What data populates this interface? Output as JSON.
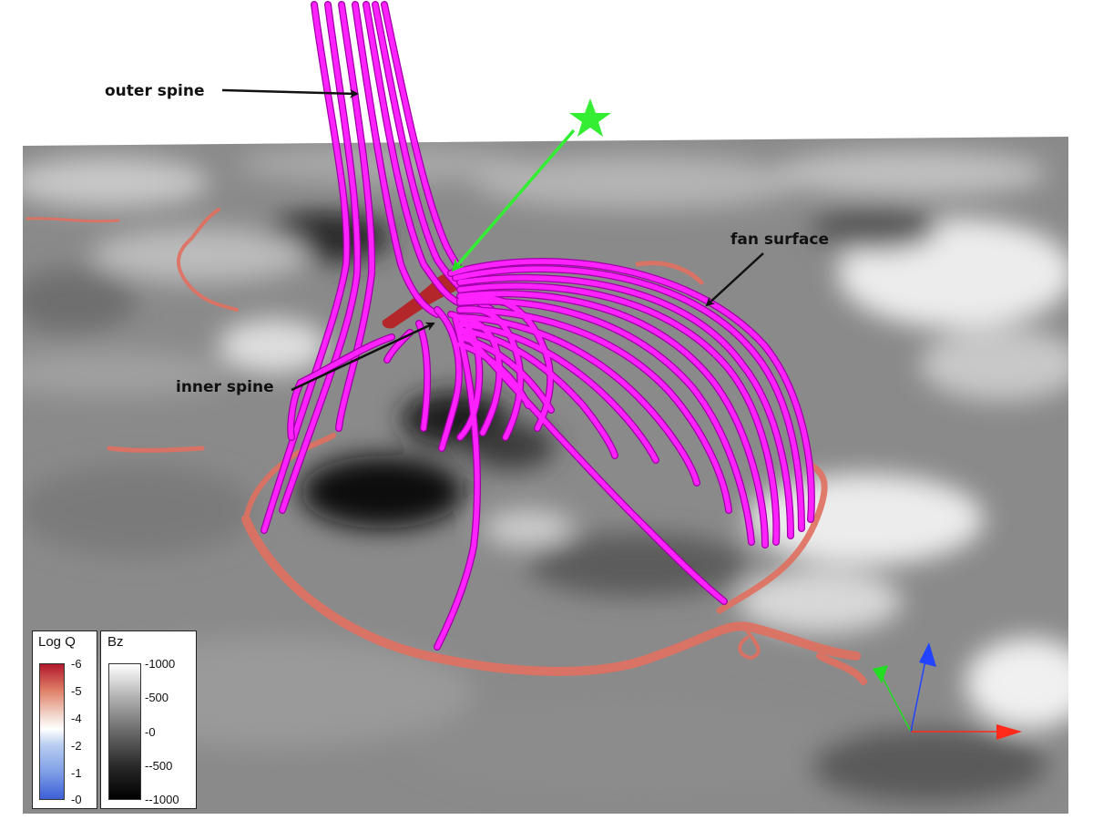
{
  "annotations": {
    "outer_spine": "outer spine",
    "fan_surface": "fan surface",
    "inner_spine": "inner spine"
  },
  "legend_logq": {
    "title": "Log Q",
    "ticks": [
      "6",
      "5",
      "4",
      "2",
      "1",
      "0"
    ],
    "colors": [
      "#b2182b",
      "#e0826a",
      "#f4e0d8",
      "#b8cdf0",
      "#7f9fe8",
      "#3c5fd6"
    ]
  },
  "legend_bz": {
    "title": "Bz",
    "ticks": [
      "1000",
      "500",
      "0",
      "-500",
      "-1000"
    ],
    "colors": [
      "#ffffff",
      "#b0b0b0",
      "#6a6a6a",
      "#2a2a2a",
      "#000000"
    ]
  },
  "colors": {
    "field_lines": "#ff22ff",
    "field_line_edge": "#a000a8",
    "null_point_region": "#b3262a",
    "qsl_contour": "#e07060",
    "star_marker": "#33ee33",
    "axis_x": "#ff2a1a",
    "axis_y": "#22dd22",
    "axis_z": "#2244ff"
  },
  "icons": {
    "marker": "star-icon"
  }
}
